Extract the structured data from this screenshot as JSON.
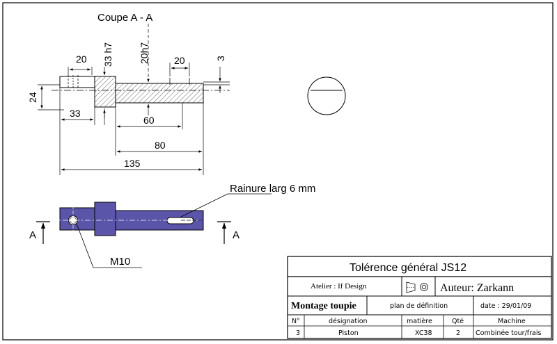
{
  "drawing": {
    "section_title": "Coupe A - A",
    "dims": {
      "d20_left": "20",
      "d33h7": "33 h7",
      "d20h7": "20h7",
      "d20_right": "20",
      "d3": "3",
      "d24": "24",
      "d33": "33",
      "d60": "60",
      "d80": "80",
      "d135": "135"
    },
    "callout_rainure": "Rainure larg 6 mm",
    "callout_m10": "M10",
    "section_mark_left": "A",
    "section_mark_right": "A"
  },
  "title_block": {
    "tolerance": "Tolérence général JS12",
    "atelier": "Atelier : If Design",
    "auteur": "Auteur: Zarkann",
    "title": "Montage toupie",
    "plan": "plan de définition",
    "date": "date : 29/01/09",
    "headers": {
      "num": "N°",
      "designation": "désignation",
      "matiere": "matière",
      "qte": "Qté",
      "machine": "Machine"
    },
    "row": {
      "num": "3",
      "designation": "Piston",
      "matiere": "XC38",
      "qte": "2",
      "machine": "Combinée tour/frais"
    }
  },
  "colors": {
    "part_fill": "#5a55a8",
    "line": "#000000"
  }
}
